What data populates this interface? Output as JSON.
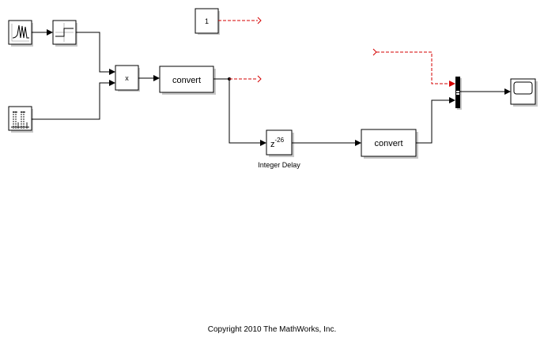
{
  "diagram": {
    "blocks": {
      "signal_source_1": {
        "name": "Chirp/Signal Source",
        "icon": "waveform-icon"
      },
      "quantizer": {
        "name": "Quantizer",
        "icon": "step-icon"
      },
      "signal_source_2": {
        "name": "Pulse Source",
        "icon": "pulse-train-icon"
      },
      "product": {
        "label": "x"
      },
      "convert_1": {
        "label": "convert"
      },
      "constant": {
        "label": "1"
      },
      "integer_delay": {
        "label_base": "z",
        "label_exp": "-26",
        "caption": "Integer Delay"
      },
      "convert_2": {
        "label": "convert"
      },
      "mux": {
        "name": "Mux"
      },
      "scope": {
        "name": "Scope",
        "icon": "scope-icon"
      }
    },
    "colors": {
      "signal": "#000000",
      "goto_from": "#d40000"
    }
  },
  "footer": {
    "copyright": "Copyright 2010 The MathWorks, Inc."
  }
}
